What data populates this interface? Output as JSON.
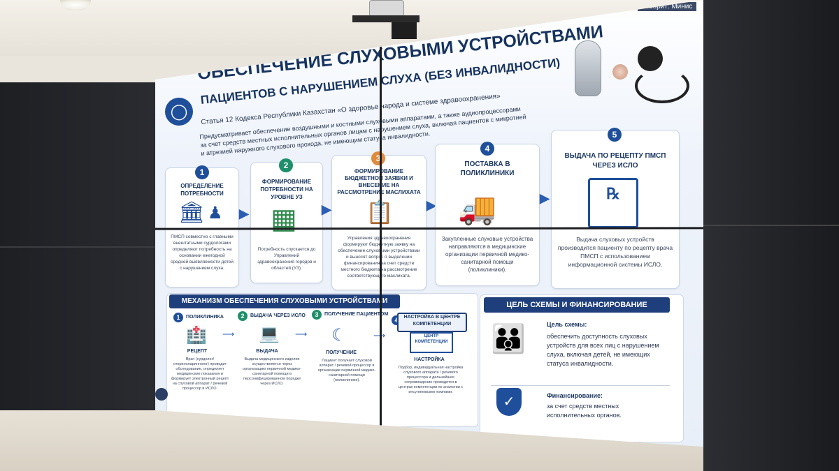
{
  "speaker_label": "Говорит: Минис",
  "title": {
    "line1": "ОБЕСПЕЧЕНИЕ СЛУХОВЫМИ УСТРОЙСТВАМИ",
    "line2": "ПАЦИЕНТОВ С НАРУШЕНИЕМ СЛУХА (БЕЗ ИНВАЛИДНОСТИ)"
  },
  "intro": {
    "line1": "Статья 12 Кодекса Республики Казахстан «О здоровье народа и системе здравоохранения»",
    "line2": "Предусматривает обеспечение воздушными и костными слуховыми аппаратами, а также аудиопроцессорами за счет средств местных исполнительных органов лицам с нарушением слуха, включая пациентов с микротией и атрезией наружного слухового прохода, не имеющим статуса инвалидности."
  },
  "steps": [
    {
      "num": "1",
      "title": "ОПРЕДЕЛЕНИЕ ПОТРЕБНОСТИ",
      "text": "ПМСП совместно с главными внештатными сурдологами определяют потребность на основании ежегодной средней выявляемости детей с нарушением слуха."
    },
    {
      "num": "2",
      "title": "ФОРМИРОВАНИЕ ПОТРЕБНОСТИ НА УРОВНЕ УЗ",
      "text": "Потребность спускается до Управлений здравоохранения городов и областей (УЗ)."
    },
    {
      "num": "3",
      "title": "ФОРМИРОВАНИЕ БЮДЖЕТНОЙ ЗАЯВКИ И ВНЕСЕНИЕ НА РАССМОТРЕНИЕ МАСЛИХАТА",
      "text": "Управления здравоохранения формируют бюджетную заявку на обеспечение слуховыми устройствами и выносят вопрос о выделении финансирования за счет средств местного бюджета на рассмотрение соответствующего маслихата."
    },
    {
      "num": "4",
      "title": "ПОСТАВКА В ПОЛИКЛИНИКИ",
      "text": "Закупленные слуховые устройства направляются в медицинские организации первичной медико-санитарной помощи (поликлиники)."
    },
    {
      "num": "5",
      "title": "ВЫДАЧА ПО РЕЦЕПТУ ПМСП ЧЕРЕЗ ИСЛО",
      "text": "Выдача слуховых устройств производится пациенту по рецепту врача ПМСП с использованием информационной системы ИСЛО."
    }
  ],
  "mechanism": {
    "header": "МЕХАНИЗМ ОБЕСПЕЧЕНИЯ СЛУХОВЫМИ УСТРОЙСТВАМИ",
    "items": [
      {
        "num": "1",
        "label": "ПОЛИКЛИНИКА",
        "sub": "РЕЦЕПТ",
        "text": "Врач (сурдолог/оториноларинголог) проводит обследование, определяет медицинские показания и формирует электронный рецепт на слуховой аппарат / речевой процессор в ИСЛО."
      },
      {
        "num": "2",
        "label": "ВЫДАЧА ЧЕРЕЗ ИСЛО",
        "sub": "ВЫДАЧА",
        "text": "Выдача медицинского изделия осуществляется через организацию первичной медико-санитарной помощи в персонифицированном порядке через ИСЛО."
      },
      {
        "num": "3",
        "label": "ПОЛУЧЕНИЕ ПАЦИЕНТОМ",
        "sub": "ПОЛУЧЕНИЕ",
        "text": "Пациент получает слуховой аппарат / речевой процессор в организации первичной медико-санитарной помощи (поликлинике)."
      },
      {
        "num": "4",
        "label": "НАСТРОЙКА В ЦЕНТРЕ КОМПЕТЕНЦИИ",
        "center": "ЦЕНТР КОМПЕТЕНЦИИ",
        "sub": "НАСТРОЙКА",
        "text": "Подбор, индивидуальная настройка слухового аппарата / речевого процессора и дальнейшее сопровождение проводятся в центрах компетенции по аналогии с инсулиновыми помпами."
      }
    ]
  },
  "goal": {
    "header": "ЦЕЛЬ СХЕМЫ И ФИНАНСИРОВАНИЕ",
    "goal_label": "Цель схемы:",
    "goal_text": "обеспечить доступность слуховых устройств для всех лиц с нарушением слуха, включая детей, не имеющих статуса инвалидности.",
    "fin_label": "Финансирование:",
    "fin_text": "за счет средств местных исполнительных органов."
  },
  "colors": {
    "navy": "#1f3f7c",
    "accent_blue": "#2b5db4",
    "teal": "#1e8f6a",
    "orange": "#e08a3c"
  }
}
